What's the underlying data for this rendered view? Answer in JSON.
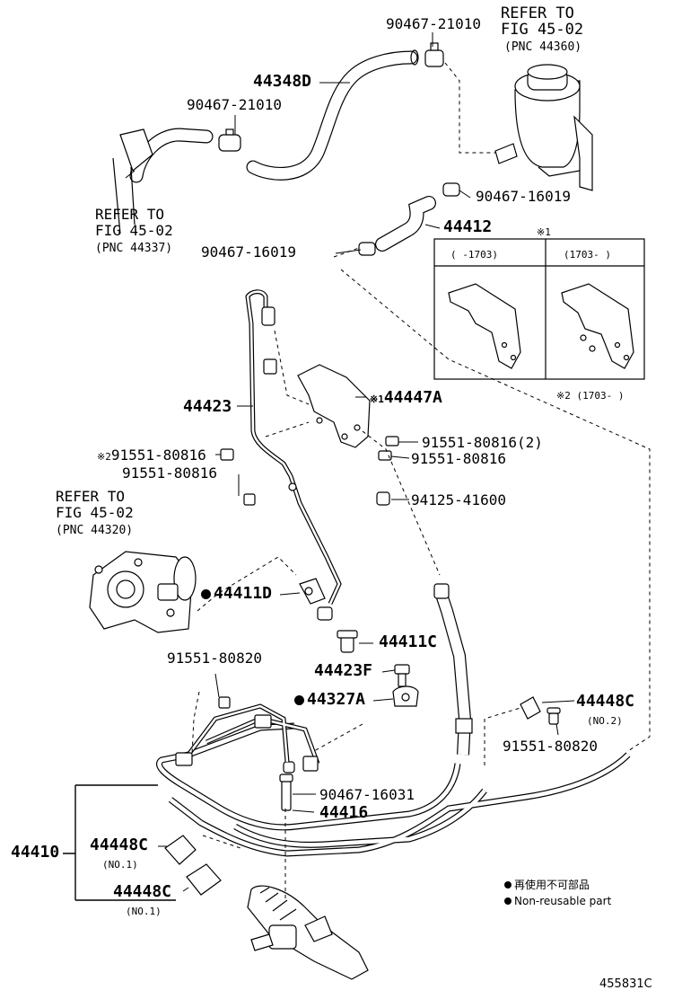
{
  "refs": {
    "top_right": [
      "REFER TO",
      "FIG 45-02",
      "(PNC 44360)"
    ],
    "left_hose": [
      "REFER TO",
      "FIG 45-02",
      "(PNC 44337)"
    ],
    "pump": [
      "REFER TO",
      "FIG 45-02",
      "(PNC 44320)"
    ]
  },
  "parts": {
    "p90467_21010_a": "90467-21010",
    "p44348D": "44348D",
    "p90467_21010_b": "90467-21010",
    "p90467_16019_a": "90467-16019",
    "p44412": "44412",
    "p90467_16019_b": "90467-16019",
    "p44423": "44423",
    "p44447A": "44447A",
    "p44447A_mark": "※1",
    "p91551_80816_a": "91551-80816",
    "p91551_80816_a_mark": "※2",
    "p91551_80816_2": "91551-80816(2)",
    "p91551_80816_b": "91551-80816",
    "p91551_80816_c": "91551-80816",
    "p94125_41600": "94125-41600",
    "p44411D": "44411D",
    "p44411C": "44411C",
    "p91551_80820_a": "91551-80820",
    "p44423F": "44423F",
    "p44327A": "44327A",
    "p44448C_a": "44448C",
    "p44448C_a_sub": "(NO.2)",
    "p91551_80820_b": "91551-80820",
    "p90467_16031": "90467-16031",
    "p44416": "44416",
    "p44410": "44410",
    "p44448C_b": "44448C",
    "p44448C_b_sub": "(NO.1)",
    "p44448C_c": "44448C",
    "p44448C_c_sub": "(NO.1)"
  },
  "variants": {
    "box_mark": "※1",
    "left_label": "(   -1703)",
    "right_label": "(1703-   )",
    "note2": "※2 (1703-   )"
  },
  "legend": {
    "jp": "再使用不可部品",
    "en": "Non-reusable part"
  },
  "figure_code": "455831C"
}
